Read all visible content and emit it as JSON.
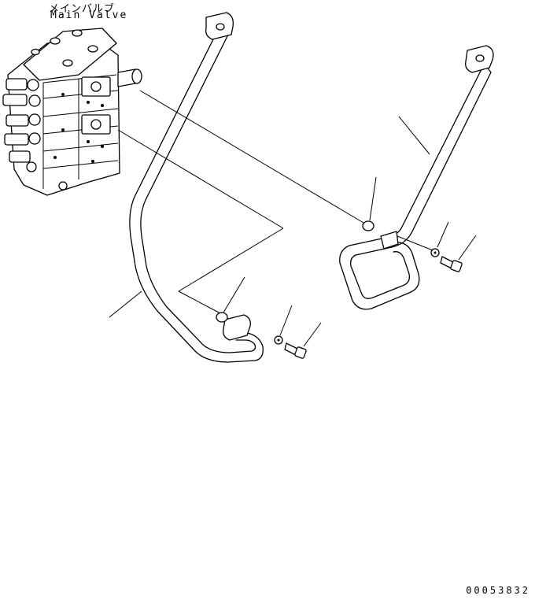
{
  "labels": {
    "main_valve_jp": "メインバルブ",
    "main_valve_en": "Main Valve"
  },
  "drawing_number": "00053832"
}
